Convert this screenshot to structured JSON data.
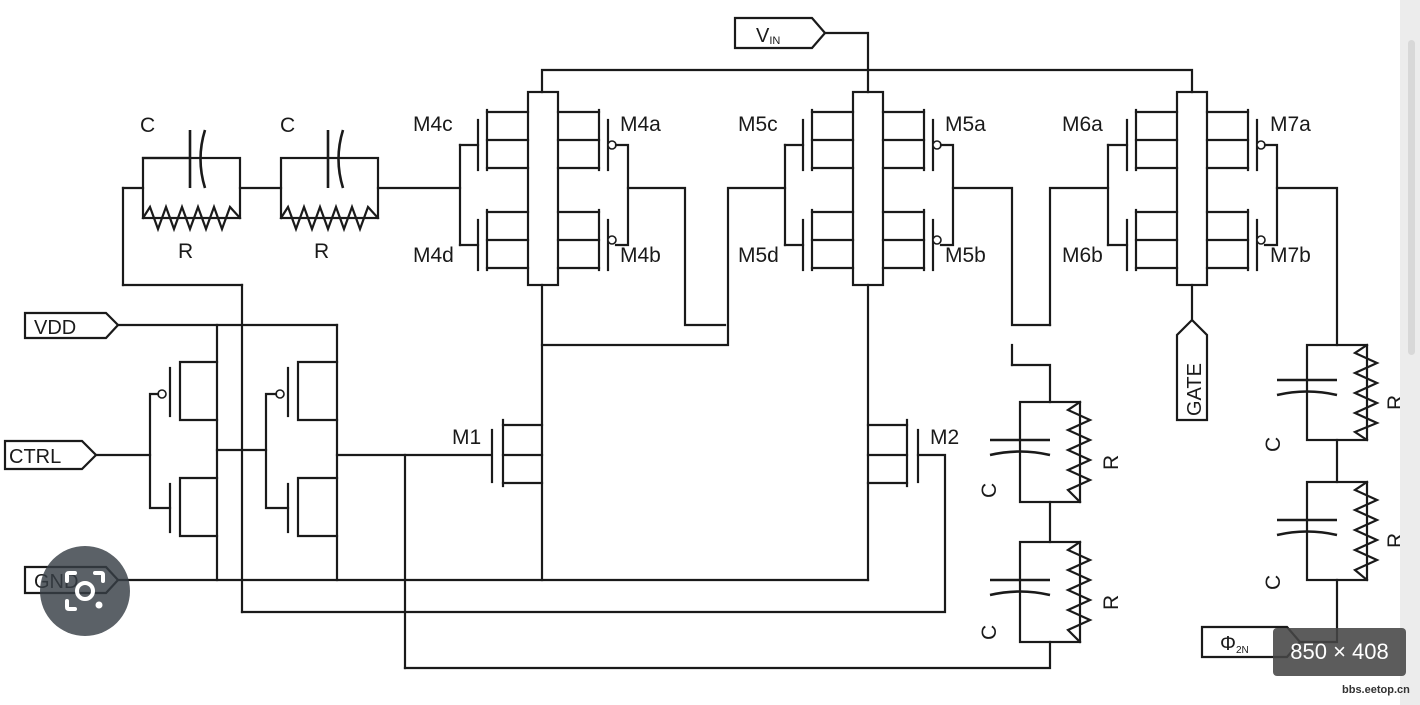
{
  "schematic": {
    "ports": {
      "vin_main": "V",
      "vin_sub": "IN",
      "vdd": "VDD",
      "ctrl": "CTRL",
      "gnd": "GND",
      "gate": "GATE",
      "phi_main": "Φ",
      "phi_sub": "2N"
    },
    "transistors": {
      "m4a": "M4a",
      "m4b": "M4b",
      "m4c": "M4c",
      "m4d": "M4d",
      "m5a": "M5a",
      "m5b": "M5b",
      "m5c": "M5c",
      "m5d": "M5d",
      "m6a": "M6a",
      "m6b": "M6b",
      "m7a": "M7a",
      "m7b": "M7b",
      "m1": "M1",
      "m2": "M2"
    },
    "passives": {
      "cap": "C",
      "res": "R"
    }
  },
  "overlay": {
    "image_size": "850 × 408",
    "source": "bbs.eetop.cn",
    "lens_icon": "google-lens-icon"
  },
  "colors": {
    "ink": "#1a1a1a",
    "badge_bg": "#464646",
    "lens_bg": "#373e46"
  }
}
